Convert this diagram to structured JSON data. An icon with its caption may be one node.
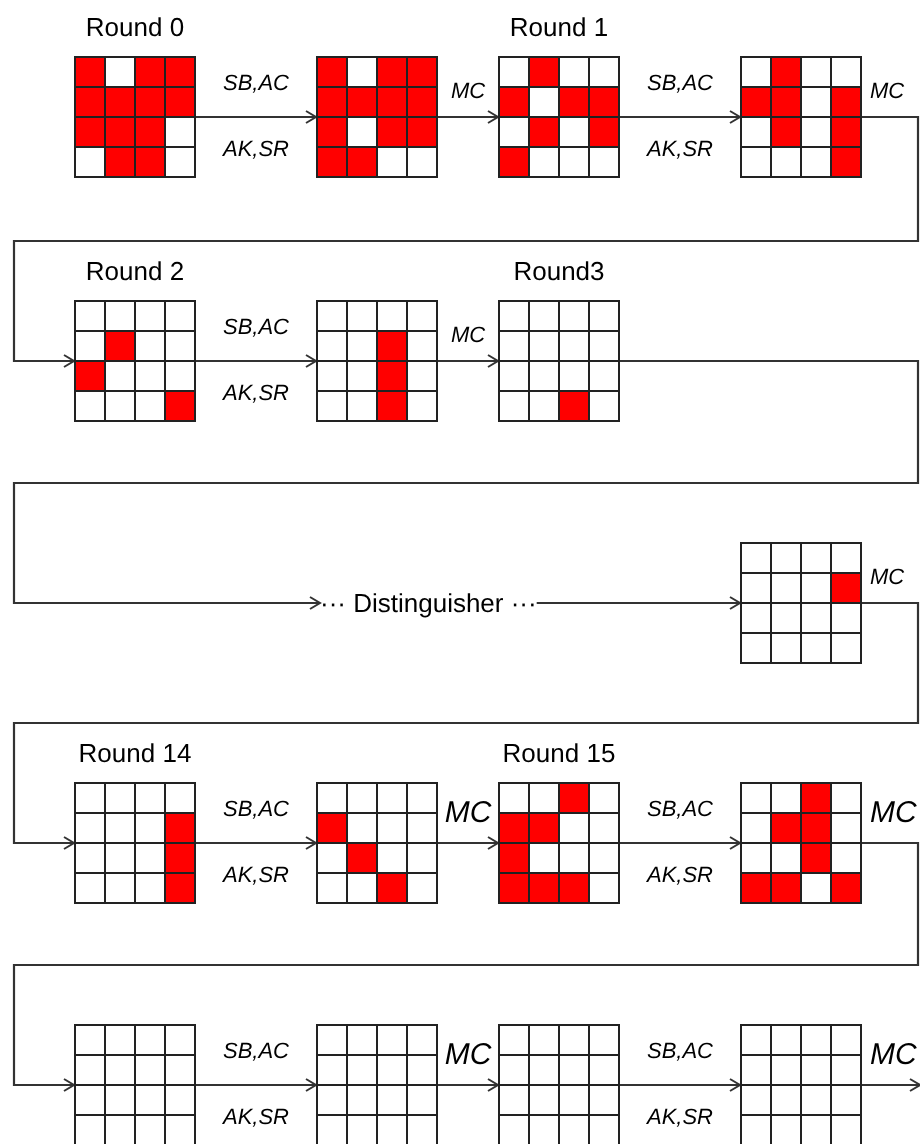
{
  "diagram": {
    "nodes": [
      {
        "text": [
          "Round 0"
        ]
      },
      {
        "text": [],
        "shape": "grid"
      },
      {
        "text": [
          "Round 1"
        ]
      },
      {
        "text": [],
        "shape": "grid"
      },
      {
        "text": [
          "Round 2"
        ]
      },
      {
        "text": [],
        "shape": "grid"
      },
      {
        "text": [
          "Round3"
        ]
      },
      {
        "text": [
          "··· Distinguisher ···"
        ]
      },
      {
        "text": [],
        "shape": "grid"
      },
      {
        "text": [
          "Round 14"
        ]
      },
      {
        "text": [],
        "shape": "grid"
      },
      {
        "text": [
          "Round 15"
        ]
      },
      {
        "text": [],
        "shape": "grid"
      },
      {
        "text": [],
        "shape": "grid"
      },
      {
        "text": [],
        "shape": "grid"
      },
      {
        "text": [],
        "shape": "grid"
      },
      {
        "text": [],
        "shape": "grid"
      }
    ],
    "edges": [
      {
        "from": 0,
        "to": 1,
        "arrow": "to",
        "label": "SB,AC AK,SR"
      },
      {
        "from": 1,
        "to": 2,
        "arrow": "to",
        "label": "MC"
      },
      {
        "from": 2,
        "to": 3,
        "arrow": "to",
        "label": "SB,AC AK,SR"
      },
      {
        "from": 3,
        "to": 4,
        "arrow": "to",
        "label": "MC"
      },
      {
        "from": 4,
        "to": 5,
        "arrow": "to",
        "label": "SB,AC AK,SR"
      },
      {
        "from": 5,
        "to": 6,
        "arrow": "to",
        "label": "MC"
      },
      {
        "from": 6,
        "to": 7,
        "arrow": "to"
      },
      {
        "from": 7,
        "to": 8,
        "arrow": "to"
      },
      {
        "from": 8,
        "to": 9,
        "arrow": "to",
        "label": "MC"
      },
      {
        "from": 9,
        "to": 10,
        "arrow": "to",
        "label": "SB,AC AK,SR"
      },
      {
        "from": 10,
        "to": 11,
        "arrow": "to",
        "label": "MC"
      },
      {
        "from": 11,
        "to": 12,
        "arrow": "to",
        "label": "SB,AC AK,SR"
      },
      {
        "from": 12,
        "to": 13,
        "arrow": "to",
        "label": "MC"
      },
      {
        "from": 13,
        "to": 14,
        "arrow": "to",
        "label": "SB,AC AK,SR"
      },
      {
        "from": 14,
        "to": 15,
        "arrow": "to",
        "label": "MC"
      },
      {
        "from": 15,
        "to": 16,
        "arrow": "to",
        "label": "SB,AC AK,SR"
      },
      {
        "from": 16,
        "to": null,
        "arrow": "to",
        "label": "MC"
      }
    ]
  }
}
